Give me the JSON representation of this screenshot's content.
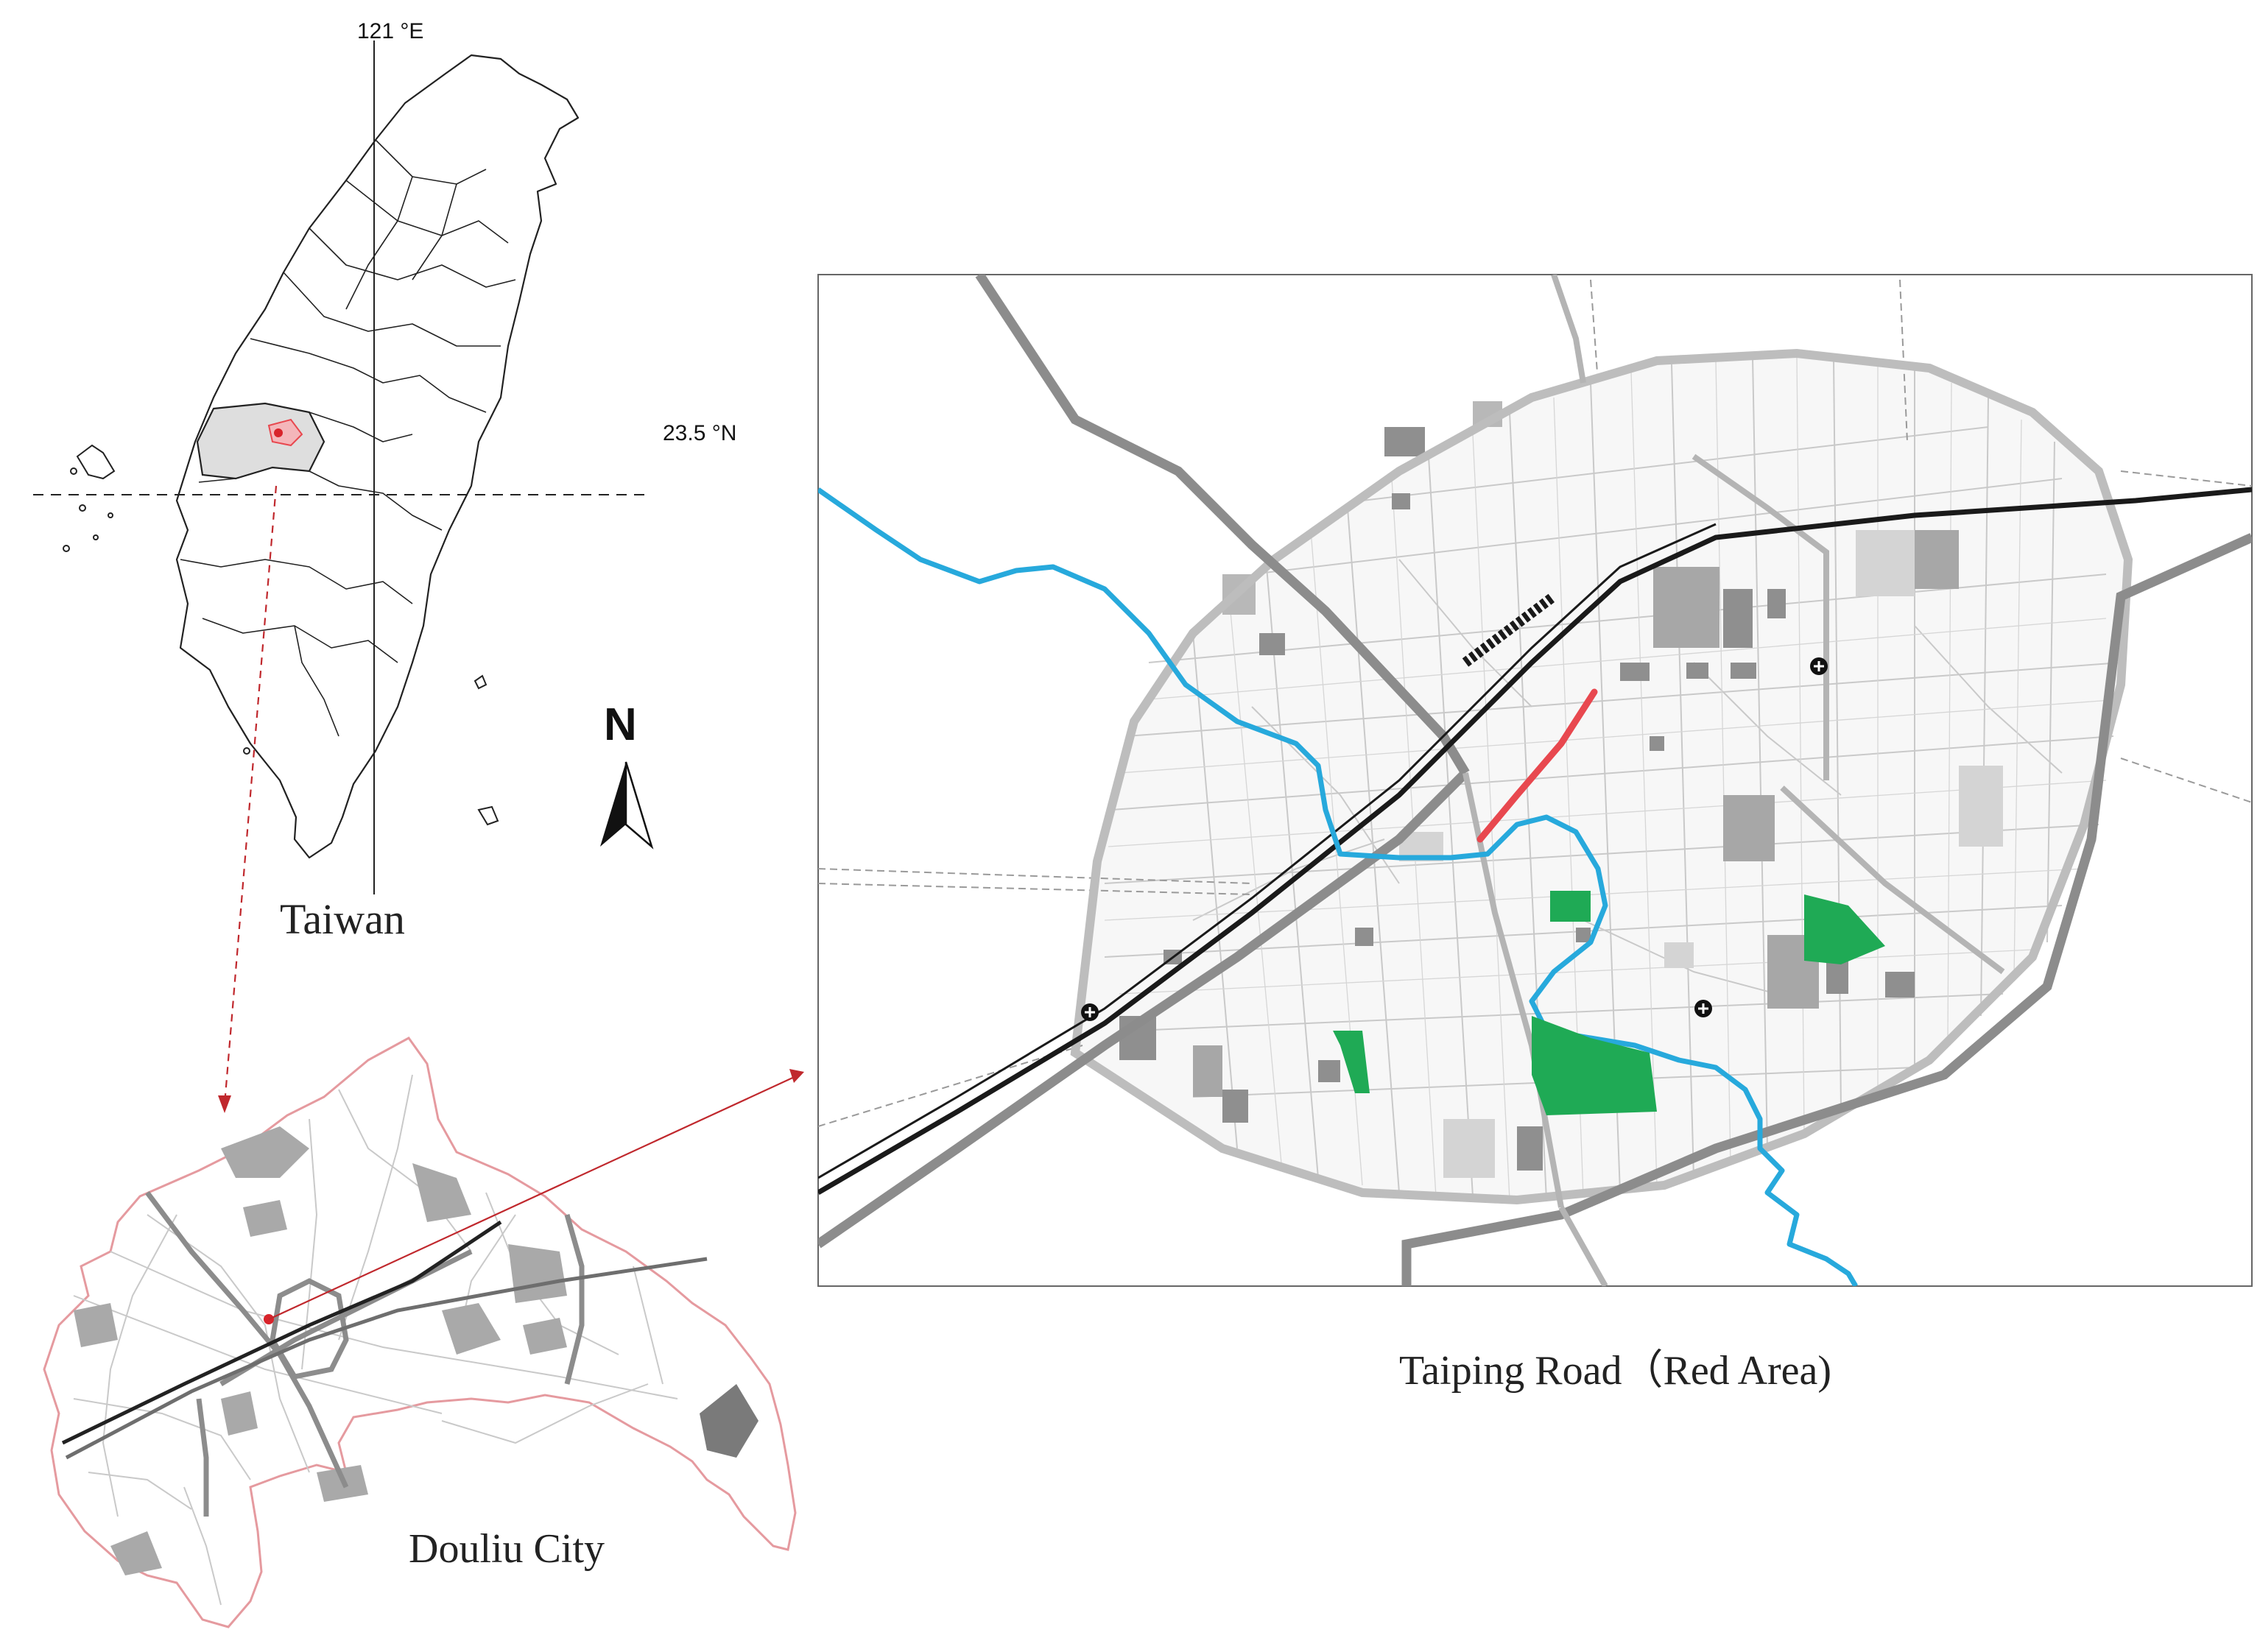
{
  "taiwan_inset": {
    "longitude_label": "121 °E",
    "latitude_label": "23.5 °N",
    "caption": "Taiwan"
  },
  "north_arrow": {
    "letter": "N"
  },
  "douliu_inset": {
    "caption": "Douliu City"
  },
  "detail_map": {
    "caption": "Taiping Road（Red Area)"
  },
  "colors": {
    "highlight": "#e8484f",
    "highlight_fill": "#f4b6ba",
    "boundary_pink": "#e59a9f",
    "river": "#27a9dc",
    "park": "#1faa55",
    "railway": "#1a1a1a",
    "major_road": "#8c8c8c",
    "building": "#8f8f8f",
    "county_fill": "#dedede"
  },
  "icons": [
    "north-arrow-icon",
    "hospital-icon"
  ]
}
